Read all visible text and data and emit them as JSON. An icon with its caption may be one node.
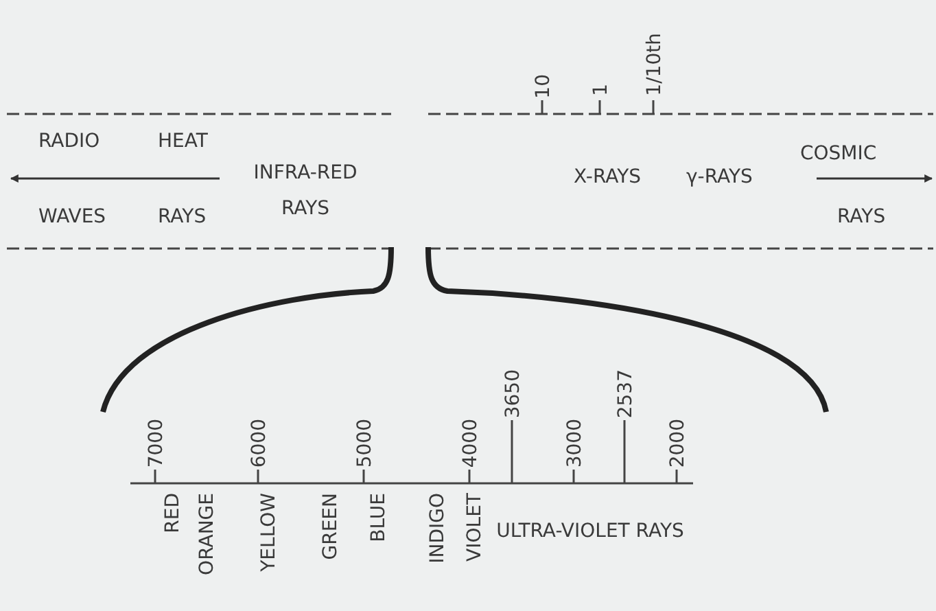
{
  "diagram": {
    "labels": [
      "10",
      "1",
      "1/10th",
      "RADIO",
      "HEAT",
      "INFRA-RED RAYS",
      "X-RAYS",
      "γ-RAYS",
      "COSMIC",
      "WAVES",
      "RAYS",
      "RAYS",
      "7000",
      "6000",
      "5000",
      "4000",
      "3650",
      "3000",
      "2537",
      "2000",
      "RED",
      "ORANGE",
      "YELLOW",
      "GREEN",
      "BLUE",
      "INDIGO",
      "VIOLET",
      "ULTRA-VIOLET RAYS"
    ]
  }
}
